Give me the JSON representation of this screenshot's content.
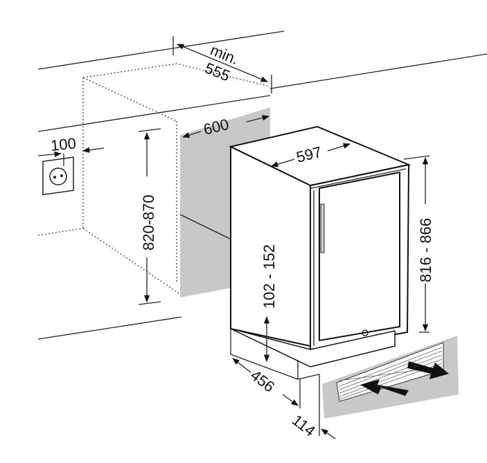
{
  "diagram": {
    "labels": {
      "min_label": "min.",
      "niche_depth": "555",
      "niche_width": "600",
      "socket_offset": "100",
      "niche_height": "820-870",
      "appliance_width": "597",
      "appliance_height": "816 - 866",
      "plinth_height": "102 - 152",
      "appliance_depth": "456",
      "door_offset": "114"
    },
    "colors": {
      "panel": "#c8c8c8",
      "line": "#111111"
    }
  }
}
